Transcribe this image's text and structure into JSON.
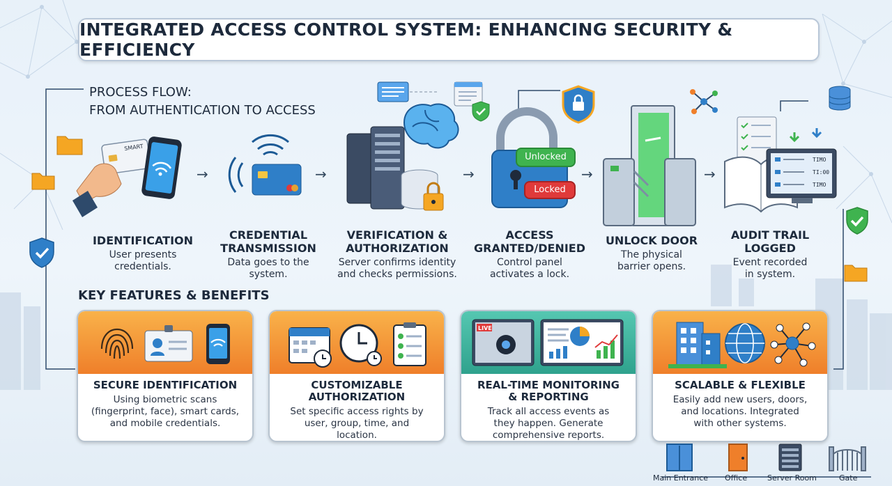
{
  "title": "INTEGRATED ACCESS CONTROL SYSTEM: ENHANCING SECURITY & EFFICIENCY",
  "process_flow": {
    "heading_line1": "PROCESS FLOW:",
    "heading_line2": "FROM AUTHENTICATION TO ACCESS",
    "steps": [
      {
        "title_line1": "IDENTIFICATION",
        "title_line2": "",
        "desc_line1": "User presents",
        "desc_line2": "credentials."
      },
      {
        "title_line1": "CREDENTIAL",
        "title_line2": "TRANSMISSION",
        "desc_line1": "Data goes to the",
        "desc_line2": "system."
      },
      {
        "title_line1": "VERIFICATION &",
        "title_line2": "AUTHORIZATION",
        "desc_line1": "Server confirms identity",
        "desc_line2": "and checks permissions."
      },
      {
        "title_line1": "ACCESS",
        "title_line2": "GRANTED/DENIED",
        "desc_line1": "Control panel",
        "desc_line2": "activates a lock."
      },
      {
        "title_line1": "UNLOCK DOOR",
        "title_line2": "",
        "desc_line1": "The physical",
        "desc_line2": "barrier opens."
      },
      {
        "title_line1": "AUDIT TRAIL",
        "title_line2": "LOGGED",
        "desc_line1": "Event recorded",
        "desc_line2": "in system."
      }
    ],
    "lock_labels": {
      "unlocked": "Unlocked",
      "locked": "Locked"
    },
    "card_label": "SMART",
    "log_times": [
      "TIMO",
      "TI:00",
      "TIMO"
    ]
  },
  "key_features": {
    "heading": "KEY FEATURES & BENEFITS",
    "cards": [
      {
        "title_line1": "SECURE IDENTIFICATION",
        "title_line2": "",
        "desc": [
          "Using biometric scans",
          "(fingerprint, face), smart cards,",
          "and mobile credentials."
        ]
      },
      {
        "title_line1": "CUSTOMIZABLE",
        "title_line2": "AUTHORIZATION",
        "desc": [
          "Set specific access rights by",
          "user, group, time, and",
          "location."
        ]
      },
      {
        "title_line1": "REAL-TIME MONITORING",
        "title_line2": "& REPORTING",
        "desc": [
          "Track all access events as",
          "they happen. Generate",
          "comprehensive reports."
        ]
      },
      {
        "title_line1": "SCALABLE & FLEXIBLE",
        "title_line2": "",
        "desc": [
          "Easily add new users, doors,",
          "and locations. Integrated",
          "with other systems."
        ]
      }
    ],
    "live_label": "LIVE"
  },
  "locations": [
    "Main Entrance",
    "Office",
    "Server Room",
    "Gate"
  ],
  "colors": {
    "orange": "#ef7f2a",
    "teal": "#2fa28d",
    "blue": "#2f7fc8",
    "green": "#3fb34f",
    "red": "#e03a3a",
    "navy": "#1d2a3c"
  }
}
